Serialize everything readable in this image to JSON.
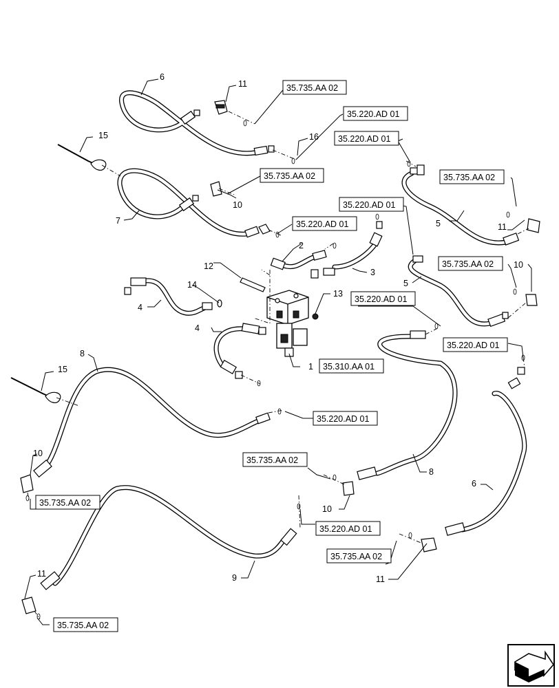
{
  "callouts": {
    "c1": "1",
    "c2": "2",
    "c3": "3",
    "c4a": "4",
    "c4b": "4",
    "c5a": "5",
    "c5b": "5",
    "c6a": "6",
    "c6b": "6",
    "c7": "7",
    "c8a": "8",
    "c8b": "8",
    "c9": "9",
    "c10a": "10",
    "c10b": "10",
    "c10c": "10",
    "c10d": "10",
    "c11a": "11",
    "c11b": "11",
    "c11c": "11",
    "c11d": "11",
    "c12": "12",
    "c13": "13",
    "c14": "14",
    "c15a": "15",
    "c15b": "15",
    "c16": "16"
  },
  "references": {
    "r1": "35.735.AA 02",
    "r2": "35.220.AD 01",
    "r3": "35.220.AD 01",
    "r4": "35.735.AA 02",
    "r5": "35.735.AA 02",
    "r6": "35.220.AD 01",
    "r7": "35.220.AD 01",
    "r8": "35.735.AA 02",
    "r9": "35.220.AD 01",
    "r10": "35.220.AD 01",
    "r11": "35.310.AA 01",
    "r12": "35.220.AD 01",
    "r13": "35.735.AA 02",
    "r14": "35.735.AA 02",
    "r15": "35.220.AD 01",
    "r16": "35.735.AA 02",
    "r17": "35.735.AA 02"
  }
}
